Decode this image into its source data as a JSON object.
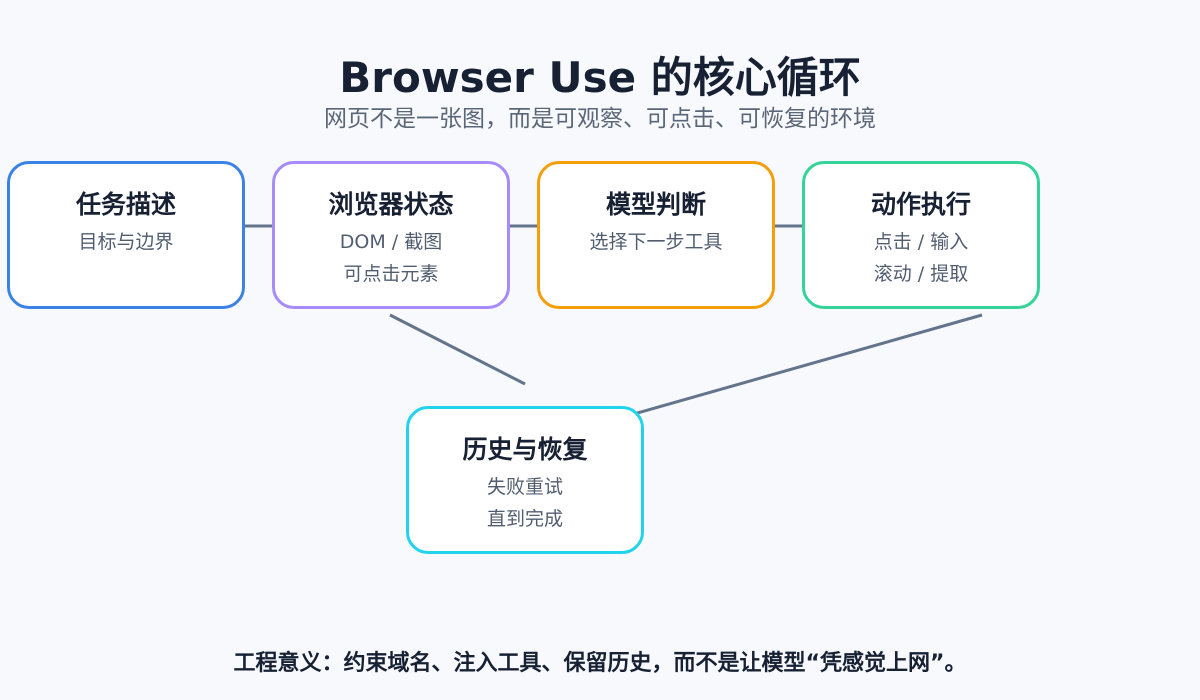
{
  "title": "Browser Use 的核心循环",
  "subtitle": "网页不是一张图，而是可观察、可点击、可恢复的环境",
  "nodes": [
    {
      "title": "任务描述",
      "lines": [
        "目标与边界"
      ],
      "color": "#3b82e6"
    },
    {
      "title": "浏览器状态",
      "lines": [
        "DOM / 截图",
        "可点击元素"
      ],
      "color": "#a78bfa"
    },
    {
      "title": "模型判断",
      "lines": [
        "选择下一步工具"
      ],
      "color": "#f59e0b"
    },
    {
      "title": "动作执行",
      "lines": [
        "点击 / 输入",
        "滚动 / 提取"
      ],
      "color": "#34d399"
    },
    {
      "title": "历史与恢复",
      "lines": [
        "失败重试",
        "直到完成"
      ],
      "color": "#22d3ee"
    }
  ],
  "footer": "工程意义：约束域名、注入工具、保留历史，而不是让模型“凭感觉上网”。",
  "colors": {
    "connector": "#64748b",
    "background": "#f7f9fc",
    "text": "#172133"
  }
}
